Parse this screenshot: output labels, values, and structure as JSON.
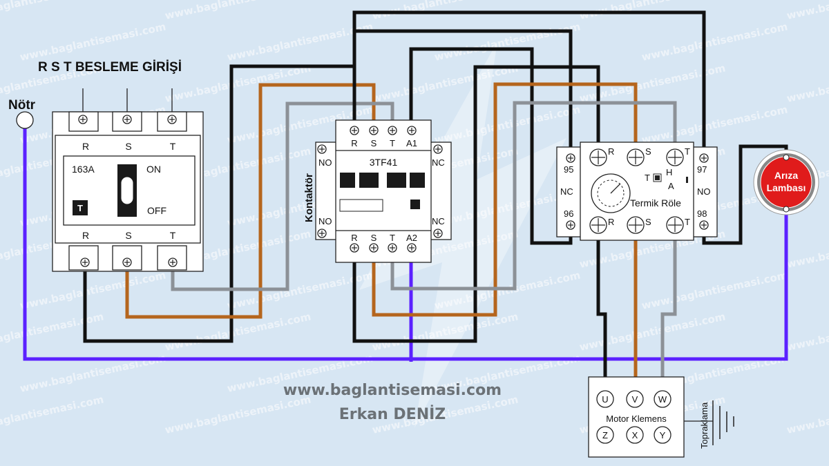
{
  "diagram": {
    "title": "R S T BESLEME GİRİŞİ",
    "neutral_label": "Nötr",
    "breaker": {
      "top_phases": [
        "R",
        "S",
        "T"
      ],
      "bottom_phases": [
        "R",
        "S",
        "T"
      ],
      "rating": "163A",
      "on_label": "ON",
      "off_label": "OFF",
      "test_button": "T"
    },
    "contactor": {
      "side_label": "Kontaktör",
      "model": "3TF41",
      "top_terminals": [
        "R",
        "S",
        "T",
        "A1"
      ],
      "bottom_terminals": [
        "R",
        "S",
        "T",
        "A2"
      ],
      "left_top": "NO",
      "left_bottom": "NO",
      "right_top": "NC",
      "right_bottom": "NC"
    },
    "thermal_relay": {
      "name": "Termik Röle",
      "top_terminals": [
        "R",
        "S",
        "T"
      ],
      "bottom_terminals": [
        "R",
        "S",
        "T"
      ],
      "left_top": "95",
      "left_mid": "NC",
      "left_bottom": "96",
      "right_top": "97",
      "right_mid": "NO",
      "right_bottom": "98",
      "test_t": "T",
      "mode_h": "H",
      "mode_a": "A"
    },
    "fault_lamp": {
      "line1": "Arıza",
      "line2": "Lambası"
    },
    "motor": {
      "label": "Motor Klemens",
      "top_terminals": [
        "U",
        "V",
        "W"
      ],
      "bottom_terminals": [
        "Z",
        "X",
        "Y"
      ]
    },
    "ground_label": "Topraklama",
    "credit": {
      "url": "www.baglantisemasi.com",
      "author": "Erkan DENİZ"
    },
    "watermark": "www.baglantisemasi.com",
    "colors": {
      "background": "#d7e6f3",
      "phase_r": "#111111",
      "phase_s": "#b5651d",
      "phase_t": "#8c9197",
      "neutral": "#5b21ff",
      "lamp": "#e01b1b"
    }
  }
}
